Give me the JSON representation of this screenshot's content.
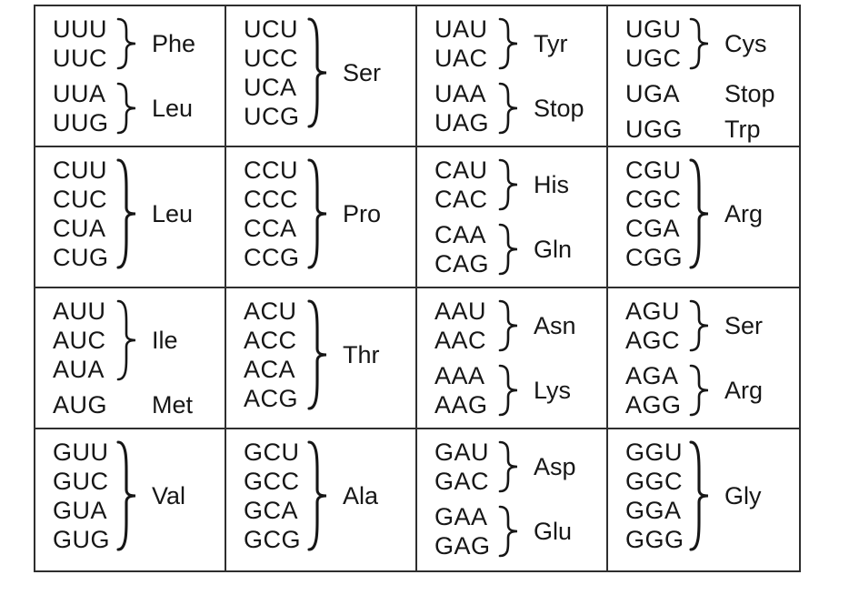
{
  "page": {
    "background": "#ffffff",
    "border_color": "#2e2e2e",
    "text_color": "#161616"
  },
  "codon_table": {
    "description": "Genetic code table: RNA codons grouped by brace to amino acid abbreviations",
    "rows": [
      {
        "cells": [
          {
            "groups": [
              {
                "codons": [
                  "UUU",
                  "UUC"
                ],
                "brace": true,
                "amino": "Phe"
              },
              {
                "codons": [
                  "UUA",
                  "UUG"
                ],
                "brace": true,
                "amino": "Leu"
              }
            ]
          },
          {
            "groups": [
              {
                "codons": [
                  "UCU",
                  "UCC",
                  "UCA",
                  "UCG"
                ],
                "brace": true,
                "amino": "Ser"
              }
            ]
          },
          {
            "groups": [
              {
                "codons": [
                  "UAU",
                  "UAC"
                ],
                "brace": true,
                "amino": "Tyr"
              },
              {
                "codons": [
                  "UAA",
                  "UAG"
                ],
                "brace": true,
                "amino": "Stop"
              }
            ]
          },
          {
            "groups": [
              {
                "codons": [
                  "UGU",
                  "UGC"
                ],
                "brace": true,
                "amino": "Cys"
              },
              {
                "codons": [
                  "UGA"
                ],
                "brace": false,
                "amino": "Stop"
              },
              {
                "codons": [
                  "UGG"
                ],
                "brace": false,
                "amino": "Trp"
              }
            ]
          }
        ]
      },
      {
        "cells": [
          {
            "groups": [
              {
                "codons": [
                  "CUU",
                  "CUC",
                  "CUA",
                  "CUG"
                ],
                "brace": true,
                "amino": "Leu"
              }
            ]
          },
          {
            "groups": [
              {
                "codons": [
                  "CCU",
                  "CCC",
                  "CCA",
                  "CCG"
                ],
                "brace": true,
                "amino": "Pro"
              }
            ]
          },
          {
            "groups": [
              {
                "codons": [
                  "CAU",
                  "CAC"
                ],
                "brace": true,
                "amino": "His"
              },
              {
                "codons": [
                  "CAA",
                  "CAG"
                ],
                "brace": true,
                "amino": "Gln"
              }
            ]
          },
          {
            "groups": [
              {
                "codons": [
                  "CGU",
                  "CGC",
                  "CGA",
                  "CGG"
                ],
                "brace": true,
                "amino": "Arg"
              }
            ]
          }
        ]
      },
      {
        "cells": [
          {
            "groups": [
              {
                "codons": [
                  "AUU",
                  "AUC",
                  "AUA"
                ],
                "brace": true,
                "amino": "Ile"
              },
              {
                "codons": [
                  "AUG"
                ],
                "brace": false,
                "amino": "Met"
              }
            ]
          },
          {
            "groups": [
              {
                "codons": [
                  "ACU",
                  "ACC",
                  "ACA",
                  "ACG"
                ],
                "brace": true,
                "amino": "Thr"
              }
            ]
          },
          {
            "groups": [
              {
                "codons": [
                  "AAU",
                  "AAC"
                ],
                "brace": true,
                "amino": "Asn"
              },
              {
                "codons": [
                  "AAA",
                  "AAG"
                ],
                "brace": true,
                "amino": "Lys"
              }
            ]
          },
          {
            "groups": [
              {
                "codons": [
                  "AGU",
                  "AGC"
                ],
                "brace": true,
                "amino": "Ser"
              },
              {
                "codons": [
                  "AGA",
                  "AGG"
                ],
                "brace": true,
                "amino": "Arg"
              }
            ]
          }
        ]
      },
      {
        "cells": [
          {
            "groups": [
              {
                "codons": [
                  "GUU",
                  "GUC",
                  "GUA",
                  "GUG"
                ],
                "brace": true,
                "amino": "Val"
              }
            ]
          },
          {
            "groups": [
              {
                "codons": [
                  "GCU",
                  "GCC",
                  "GCA",
                  "GCG"
                ],
                "brace": true,
                "amino": "Ala"
              }
            ]
          },
          {
            "groups": [
              {
                "codons": [
                  "GAU",
                  "GAC"
                ],
                "brace": true,
                "amino": "Asp"
              },
              {
                "codons": [
                  "GAA",
                  "GAG"
                ],
                "brace": true,
                "amino": "Glu"
              }
            ]
          },
          {
            "groups": [
              {
                "codons": [
                  "GGU",
                  "GGC",
                  "GGA",
                  "GGG"
                ],
                "brace": true,
                "amino": "Gly"
              }
            ]
          }
        ]
      }
    ]
  }
}
